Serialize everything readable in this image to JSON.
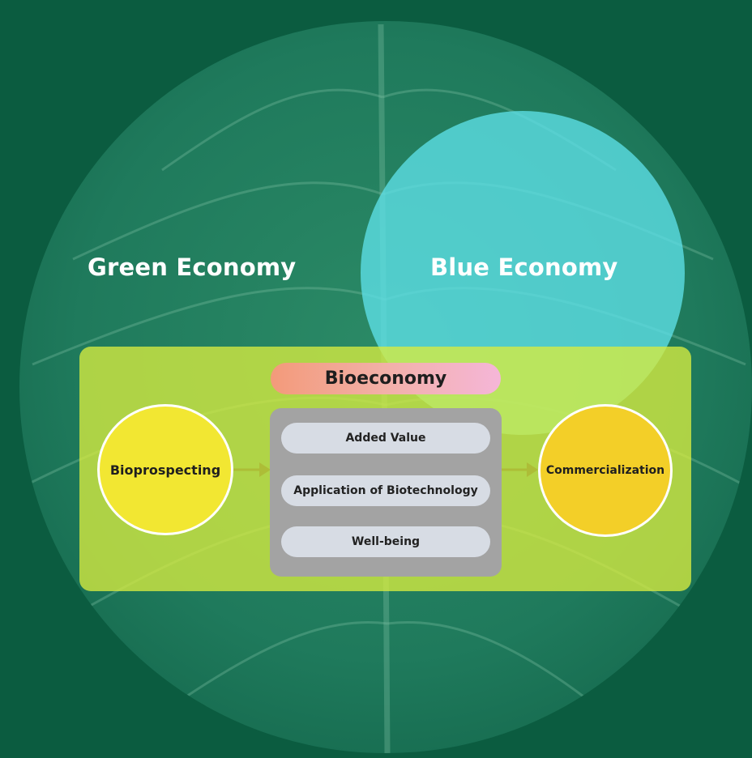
{
  "diagram": {
    "green_economy": "Green Economy",
    "blue_economy": "Blue Economy",
    "bioeconomy": "Bioeconomy",
    "input": "Bioprospecting",
    "output": "Commercialization",
    "components": [
      "Added Value",
      "Application of Biotechnology",
      "Well-being"
    ]
  },
  "colors": {
    "background_dark_green": "#0b5c40",
    "leaf_green": "#1f7a5c",
    "blue_economy_circle": "#5ee0e8",
    "bioeconomy_panel": "#d7ec40",
    "bioprospecting_circle": "#f2e732",
    "commercialization_circle": "#f3cf28",
    "component_box": "#a3a3a3",
    "component_pill": "#d7dce4",
    "arrow": "#1a1a1a"
  }
}
